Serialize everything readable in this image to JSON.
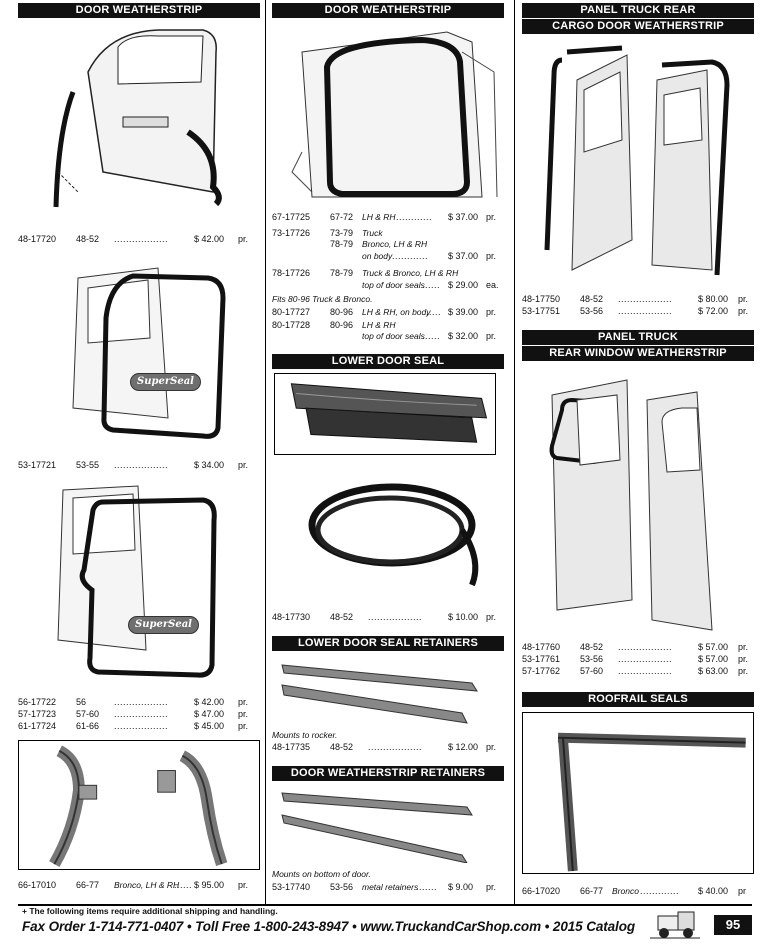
{
  "col1": {
    "door_weatherstrip_header": "DOOR WEATHERSTRIP",
    "badge_text": "SuperSeal",
    "rows_a": [
      {
        "part": "48-17720",
        "years": "48-52",
        "dots": "..................",
        "price": "$ 42.00",
        "unit": "pr."
      }
    ],
    "rows_b": [
      {
        "part": "53-17721",
        "years": "53-55",
        "dots": "..................",
        "price": "$ 34.00",
        "unit": "pr."
      }
    ],
    "rows_c": [
      {
        "part": "56-17722",
        "years": "56",
        "dots": "..................",
        "price": "$ 42.00",
        "unit": "pr."
      },
      {
        "part": "57-17723",
        "years": "57-60",
        "dots": "..................",
        "price": "$ 47.00",
        "unit": "pr."
      },
      {
        "part": "61-17724",
        "years": "61-66",
        "dots": "..................",
        "price": "$ 45.00",
        "unit": "pr."
      }
    ],
    "rows_d": [
      {
        "part": "66-17010",
        "years": "66-77",
        "desc": "Bronco, LH & RH",
        "dots": "......",
        "price": "$ 95.00",
        "unit": "pr."
      }
    ]
  },
  "col2": {
    "door_weatherstrip_header": "DOOR WEATHERSTRIP",
    "rows": [
      {
        "part": "67-17725",
        "years": "67-72",
        "desc": "LH & RH",
        "dots": "............",
        "price": "$ 37.00",
        "unit": "pr."
      },
      {
        "part": "73-17726",
        "years": "73-79",
        "desc": "Truck",
        "dots": "",
        "price": "",
        "unit": ""
      },
      {
        "part": "",
        "years": "78-79",
        "desc": "Bronco, LH & RH",
        "dots": "",
        "price": "",
        "unit": ""
      },
      {
        "part": "",
        "years": "",
        "desc": "on body",
        "dots": "............",
        "price": "$ 37.00",
        "unit": "pr."
      },
      {
        "part": "78-17726",
        "years": "78-79",
        "desc": "Truck & Bronco, LH & RH",
        "dots": "",
        "price": "",
        "unit": ""
      },
      {
        "part": "",
        "years": "",
        "desc": "top of door seals",
        "dots": "......",
        "price": "$ 29.00",
        "unit": "ea."
      }
    ],
    "fits_note": "Fits 80-96 Truck & Bronco.",
    "rows2": [
      {
        "part": "80-17727",
        "years": "80-96",
        "desc": "LH & RH, on body",
        "dots": ".....",
        "price": "$ 39.00",
        "unit": "pr."
      },
      {
        "part": "80-17728",
        "years": "80-96",
        "desc": "LH & RH",
        "dots": "",
        "price": "",
        "unit": ""
      },
      {
        "part": "",
        "years": "",
        "desc": "top of door seals",
        "dots": "......",
        "price": "$ 32.00",
        "unit": "pr."
      }
    ],
    "lower_door_seal_header": "LOWER DOOR SEAL",
    "lower_row": {
      "part": "48-17730",
      "years": "48-52",
      "dots": "..................",
      "price": "$ 10.00",
      "unit": "pr."
    },
    "retainers_header": "LOWER DOOR SEAL RETAINERS",
    "retainers_note": "Mounts to rocker.",
    "retainers_row": {
      "part": "48-17735",
      "years": "48-52",
      "dots": "..................",
      "price": "$ 12.00",
      "unit": "pr."
    },
    "ws_retainers_header": "DOOR WEATHERSTRIP RETAINERS",
    "ws_retainers_note": "Mounts on bottom of door.",
    "ws_retainers_row": {
      "part": "53-17740",
      "years": "53-56",
      "desc": "metal retainers",
      "dots": ".......",
      "price": "$ 9.00",
      "unit": "pr."
    }
  },
  "col3": {
    "cargo_header_1": "PANEL TRUCK REAR",
    "cargo_header_2": "CARGO DOOR WEATHERSTRIP",
    "cargo_rows": [
      {
        "part": "48-17750",
        "years": "48-52",
        "dots": "..................",
        "price": "$ 80.00",
        "unit": "pr."
      },
      {
        "part": "53-17751",
        "years": "53-56",
        "dots": "..................",
        "price": "$ 72.00",
        "unit": "pr."
      }
    ],
    "rear_window_header_1": "PANEL TRUCK",
    "rear_window_header_2": "REAR WINDOW WEATHERSTRIP",
    "rear_rows": [
      {
        "part": "48-17760",
        "years": "48-52",
        "dots": "..................",
        "price": "$ 57.00",
        "unit": "pr."
      },
      {
        "part": "53-17761",
        "years": "53-56",
        "dots": "..................",
        "price": "$ 57.00",
        "unit": "pr."
      },
      {
        "part": "57-17762",
        "years": "57-60",
        "dots": "..................",
        "price": "$ 63.00",
        "unit": "pr."
      }
    ],
    "roofrail_header": "ROOFRAIL SEALS",
    "roofrail_row": {
      "part": "66-17020",
      "years": "66-77",
      "desc": "Bronco",
      "dots": ".............",
      "price": "$ 40.00",
      "unit": "pr"
    }
  },
  "footer": {
    "footnote": "+ The following items require additional shipping and handling.",
    "line": "Fax Order  1-714-771-0407  •  Toll Free  1-800-243-8947  •  www.TruckandCarShop.com  •  2015 Catalog",
    "page_number": "95"
  }
}
